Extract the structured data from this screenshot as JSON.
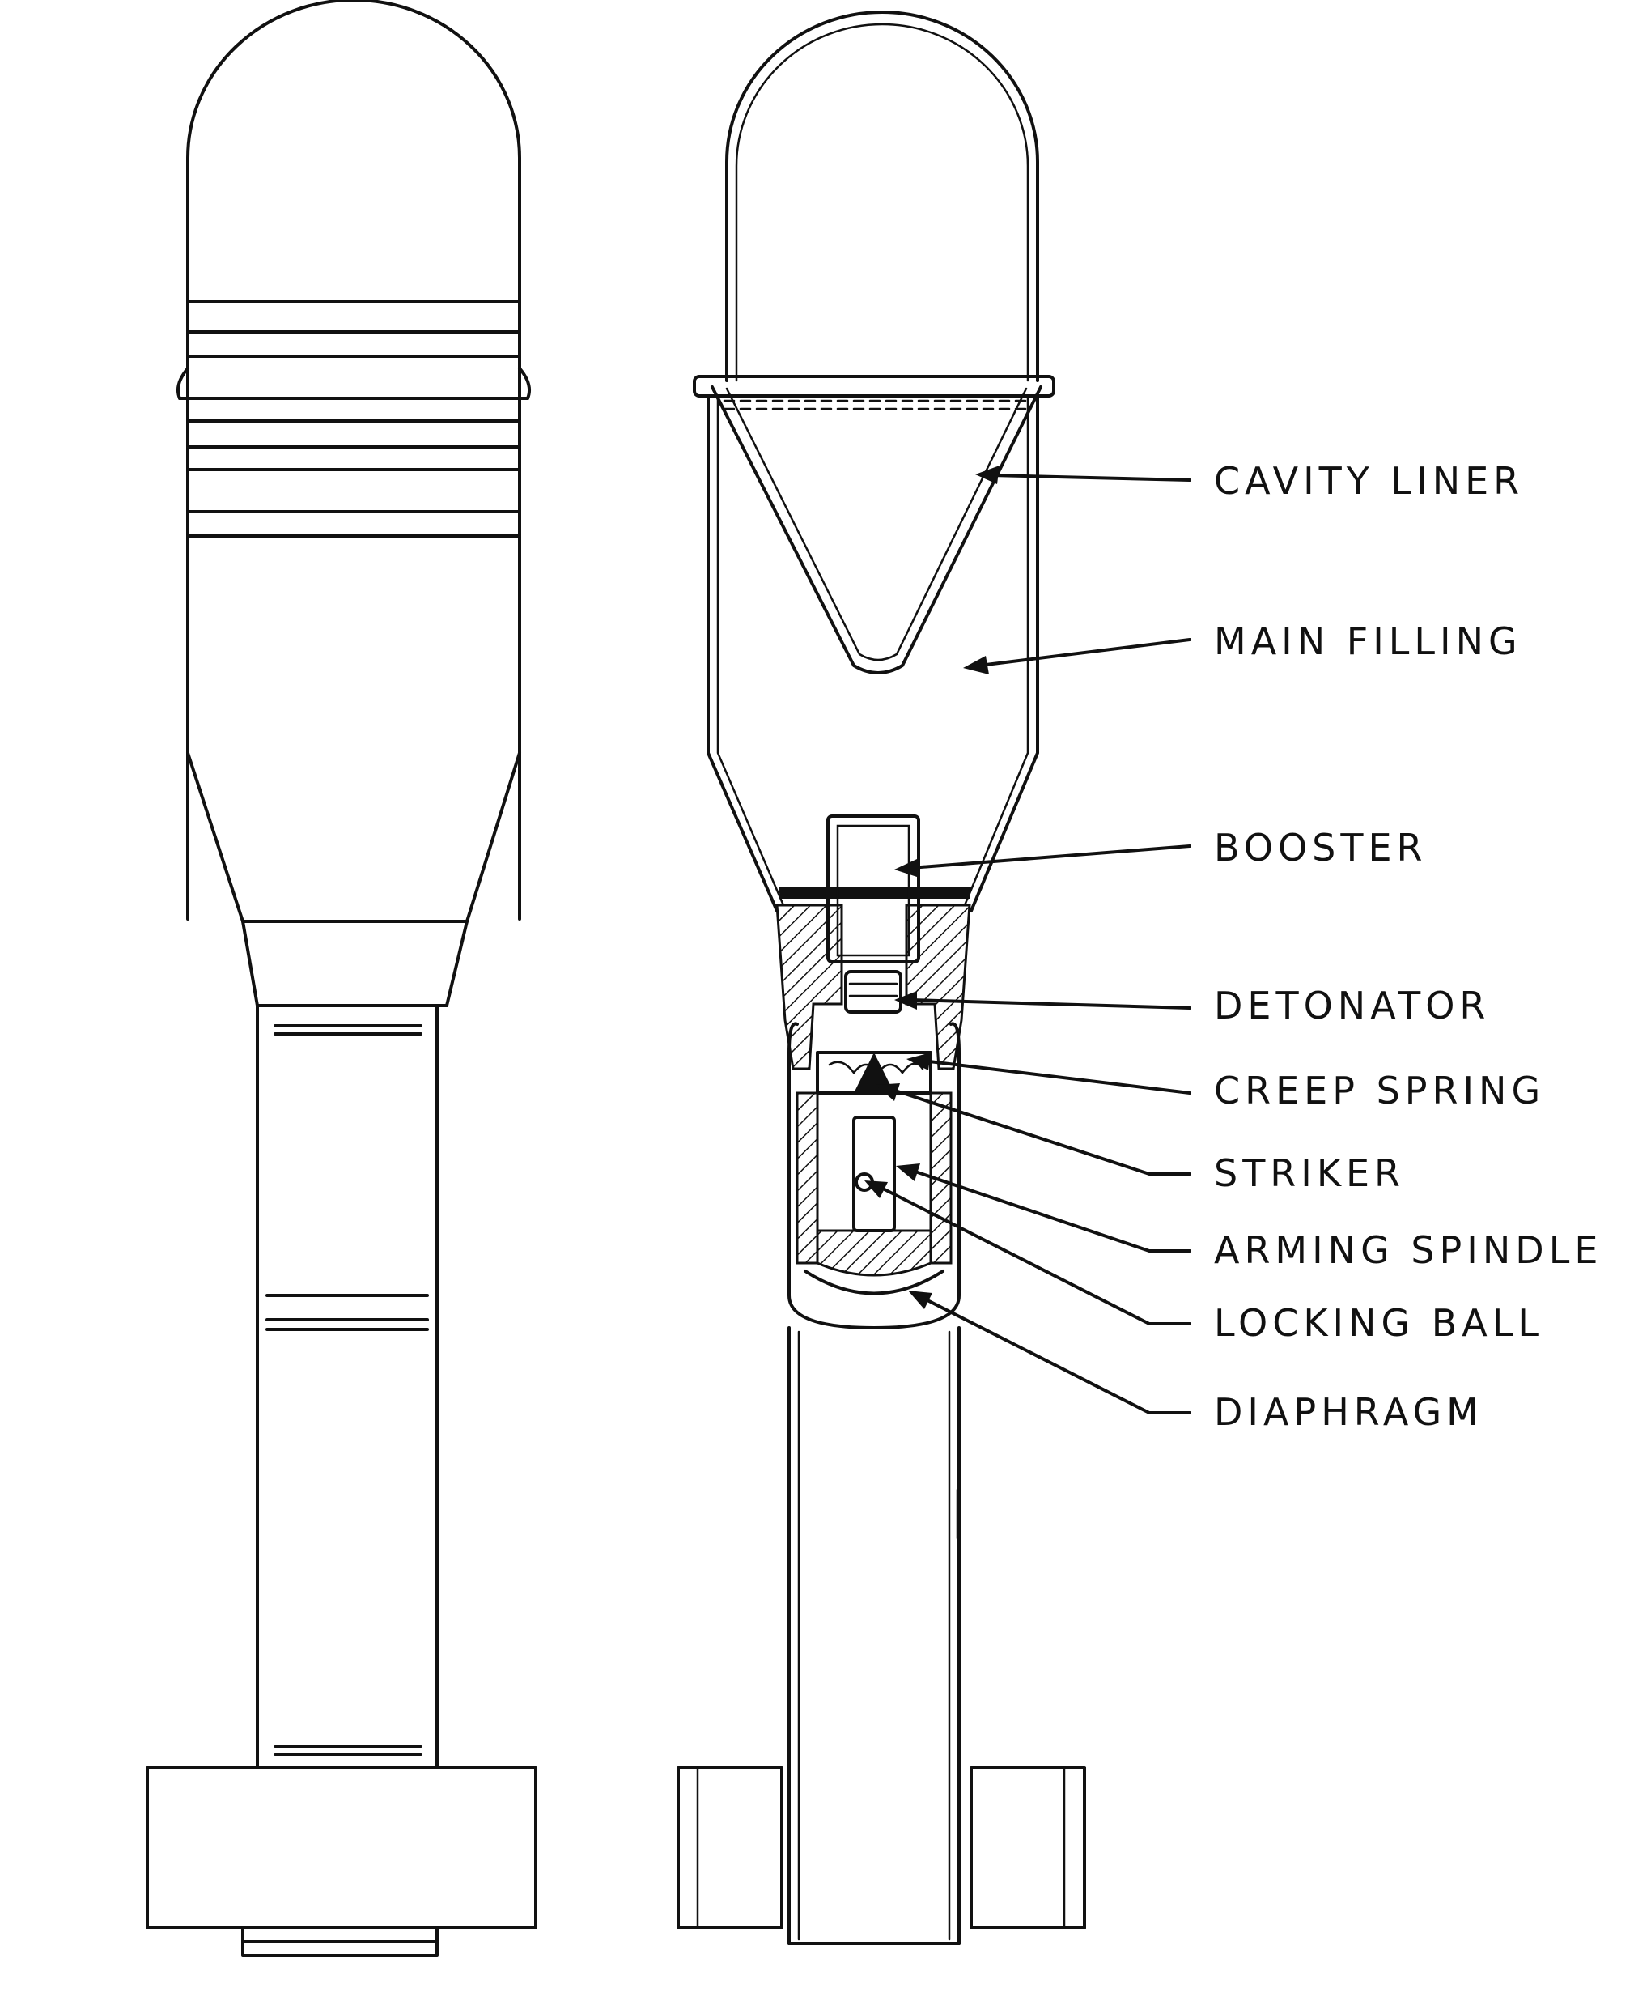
{
  "labels": [
    {
      "id": "cavity-liner",
      "text": "CAVITY LINER"
    },
    {
      "id": "main-filling",
      "text": "MAIN FILLING"
    },
    {
      "id": "booster",
      "text": "BOOSTER"
    },
    {
      "id": "detonator",
      "text": "DETONATOR"
    },
    {
      "id": "creep-spring",
      "text": "CREEP SPRING"
    },
    {
      "id": "striker",
      "text": "STRIKER"
    },
    {
      "id": "arming-spindle",
      "text": "ARMING SPINDLE"
    },
    {
      "id": "locking-ball",
      "text": "LOCKING BALL"
    },
    {
      "id": "diaphragm",
      "text": "DIAPHRAGM"
    }
  ]
}
